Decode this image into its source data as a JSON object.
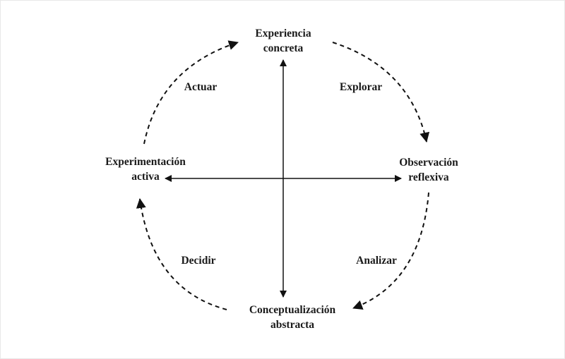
{
  "nodes": {
    "top": {
      "line1": "Experiencia",
      "line2": "concreta"
    },
    "right": {
      "line1": "Observación",
      "line2": "reflexiva"
    },
    "bottom": {
      "line1": "Conceptualización",
      "line2": "abstracta"
    },
    "left": {
      "line1": "Experimentación",
      "line2": "activa"
    }
  },
  "transitions": {
    "top_right": "Explorar",
    "right_bottom": "Analizar",
    "bottom_left": "Decidir",
    "left_top": "Actuar"
  }
}
